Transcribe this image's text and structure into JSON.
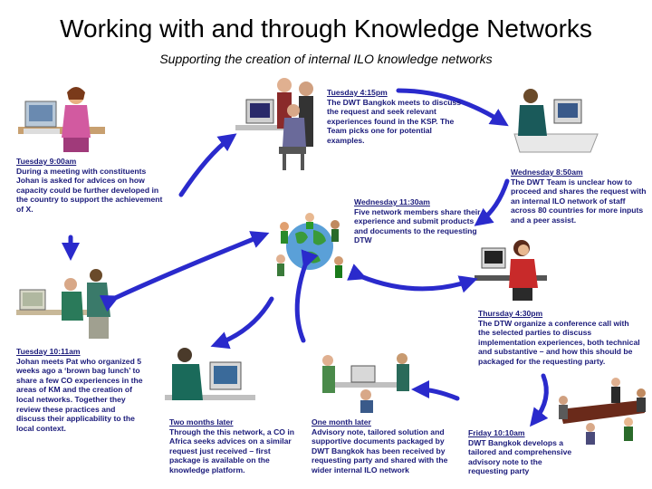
{
  "title": "Working with and through Knowledge Networks",
  "subtitle": "Supporting the creation of internal ILO knowledge networks",
  "colors": {
    "text": "#1a1a7a",
    "arrow": "#2a2acc"
  },
  "steps": [
    {
      "id": "tue-9",
      "when": "Tuesday 9:00am",
      "text": "During a meeting with constituents Johan is asked for advices on how capacity could be further developed in the country to support the achievement of X."
    },
    {
      "id": "tue-415",
      "when": "Tuesday 4:15pm",
      "text": "The DWT Bangkok meets to discuss the request and seek relevant experiences found in the KSP.  The Team picks one for potential examples."
    },
    {
      "id": "wed-850",
      "when": "Wednesday 8:50am",
      "text": "The DWT Team is unclear how to proceed and shares the request with an internal ILO network of staff across 80 countries for more inputs and a peer assist."
    },
    {
      "id": "wed-1130",
      "when": "Wednesday 11:30am",
      "text": "Five network members share their experience and submit products and documents to the requesting DTW"
    },
    {
      "id": "thu-430",
      "when": "Thursday 4:30pm",
      "text": "The DTW organize a conference call with the selected parties to discuss implementation experiences, both technical and substantive – and how this should be packaged for the requesting party."
    },
    {
      "id": "fri-1010",
      "when": "Friday 10:10am",
      "text": "DWT Bangkok develops a tailored and comprehensive advisory note to the requesting party"
    },
    {
      "id": "one-month",
      "when": "One month later",
      "text": "Advisory note, tailored solution and supportive documents packaged by DWT Bangkok has been received by requesting party and shared with the wider internal ILO network"
    },
    {
      "id": "two-months",
      "when": "Two months later",
      "text": "Through the this network,  a CO in Africa seeks advices on a similar request just received – first package is available on the knowledge platform."
    },
    {
      "id": "tue-1011",
      "when": "Tuesday 10:11am",
      "text": "Johan meets Pat who organized 5 weeks ago a ‘brown bag lunch’ to share a few CO experiences in the areas of KM and the creation of local networks. Together they review these practices and discuss their applicability to the local context."
    }
  ]
}
